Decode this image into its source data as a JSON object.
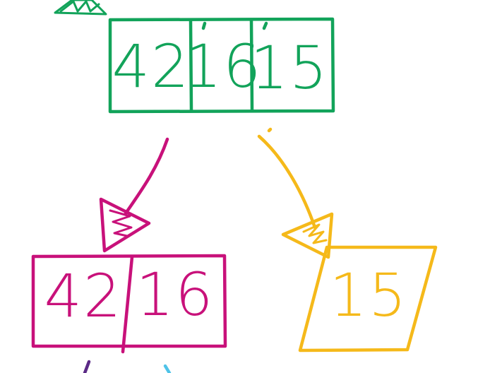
{
  "colors": {
    "green": "#12a35a",
    "magenta": "#c8117a",
    "yellow": "#f5b91a",
    "purple": "#5b2a86",
    "light_blue": "#4fc3e8"
  },
  "nodes": {
    "root": {
      "cells": [
        "42",
        "16",
        "15"
      ],
      "color": "green"
    },
    "left": {
      "cells": [
        "42",
        "16"
      ],
      "color": "magenta"
    },
    "right": {
      "cells": [
        "15"
      ],
      "color": "yellow"
    }
  },
  "edges": [
    {
      "from": "root",
      "to": "left",
      "color": "magenta"
    },
    {
      "from": "root",
      "to": "right",
      "color": "yellow"
    }
  ]
}
